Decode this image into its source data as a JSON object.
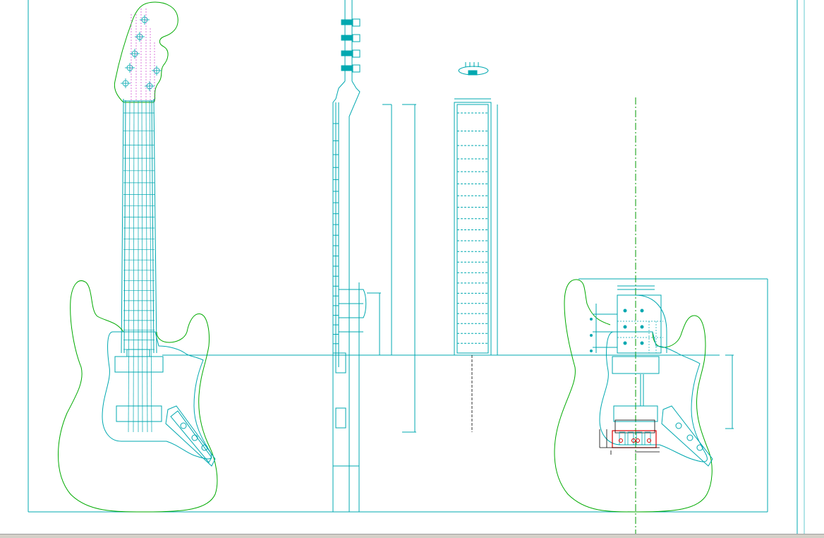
{
  "drawing": {
    "colors": {
      "background": "#ffffff",
      "outline": "#00aa00",
      "construction": "#00a8b0",
      "centerline": "#009900",
      "string_guides": "#d040d0",
      "highlight": "#dd0000",
      "dimension": "#000000"
    },
    "views": [
      "front-view-full-guitar",
      "side-view-neck",
      "top-view-fretboard",
      "body-front-view"
    ]
  },
  "statusbar": {
    "background": "#d4d0c8"
  }
}
